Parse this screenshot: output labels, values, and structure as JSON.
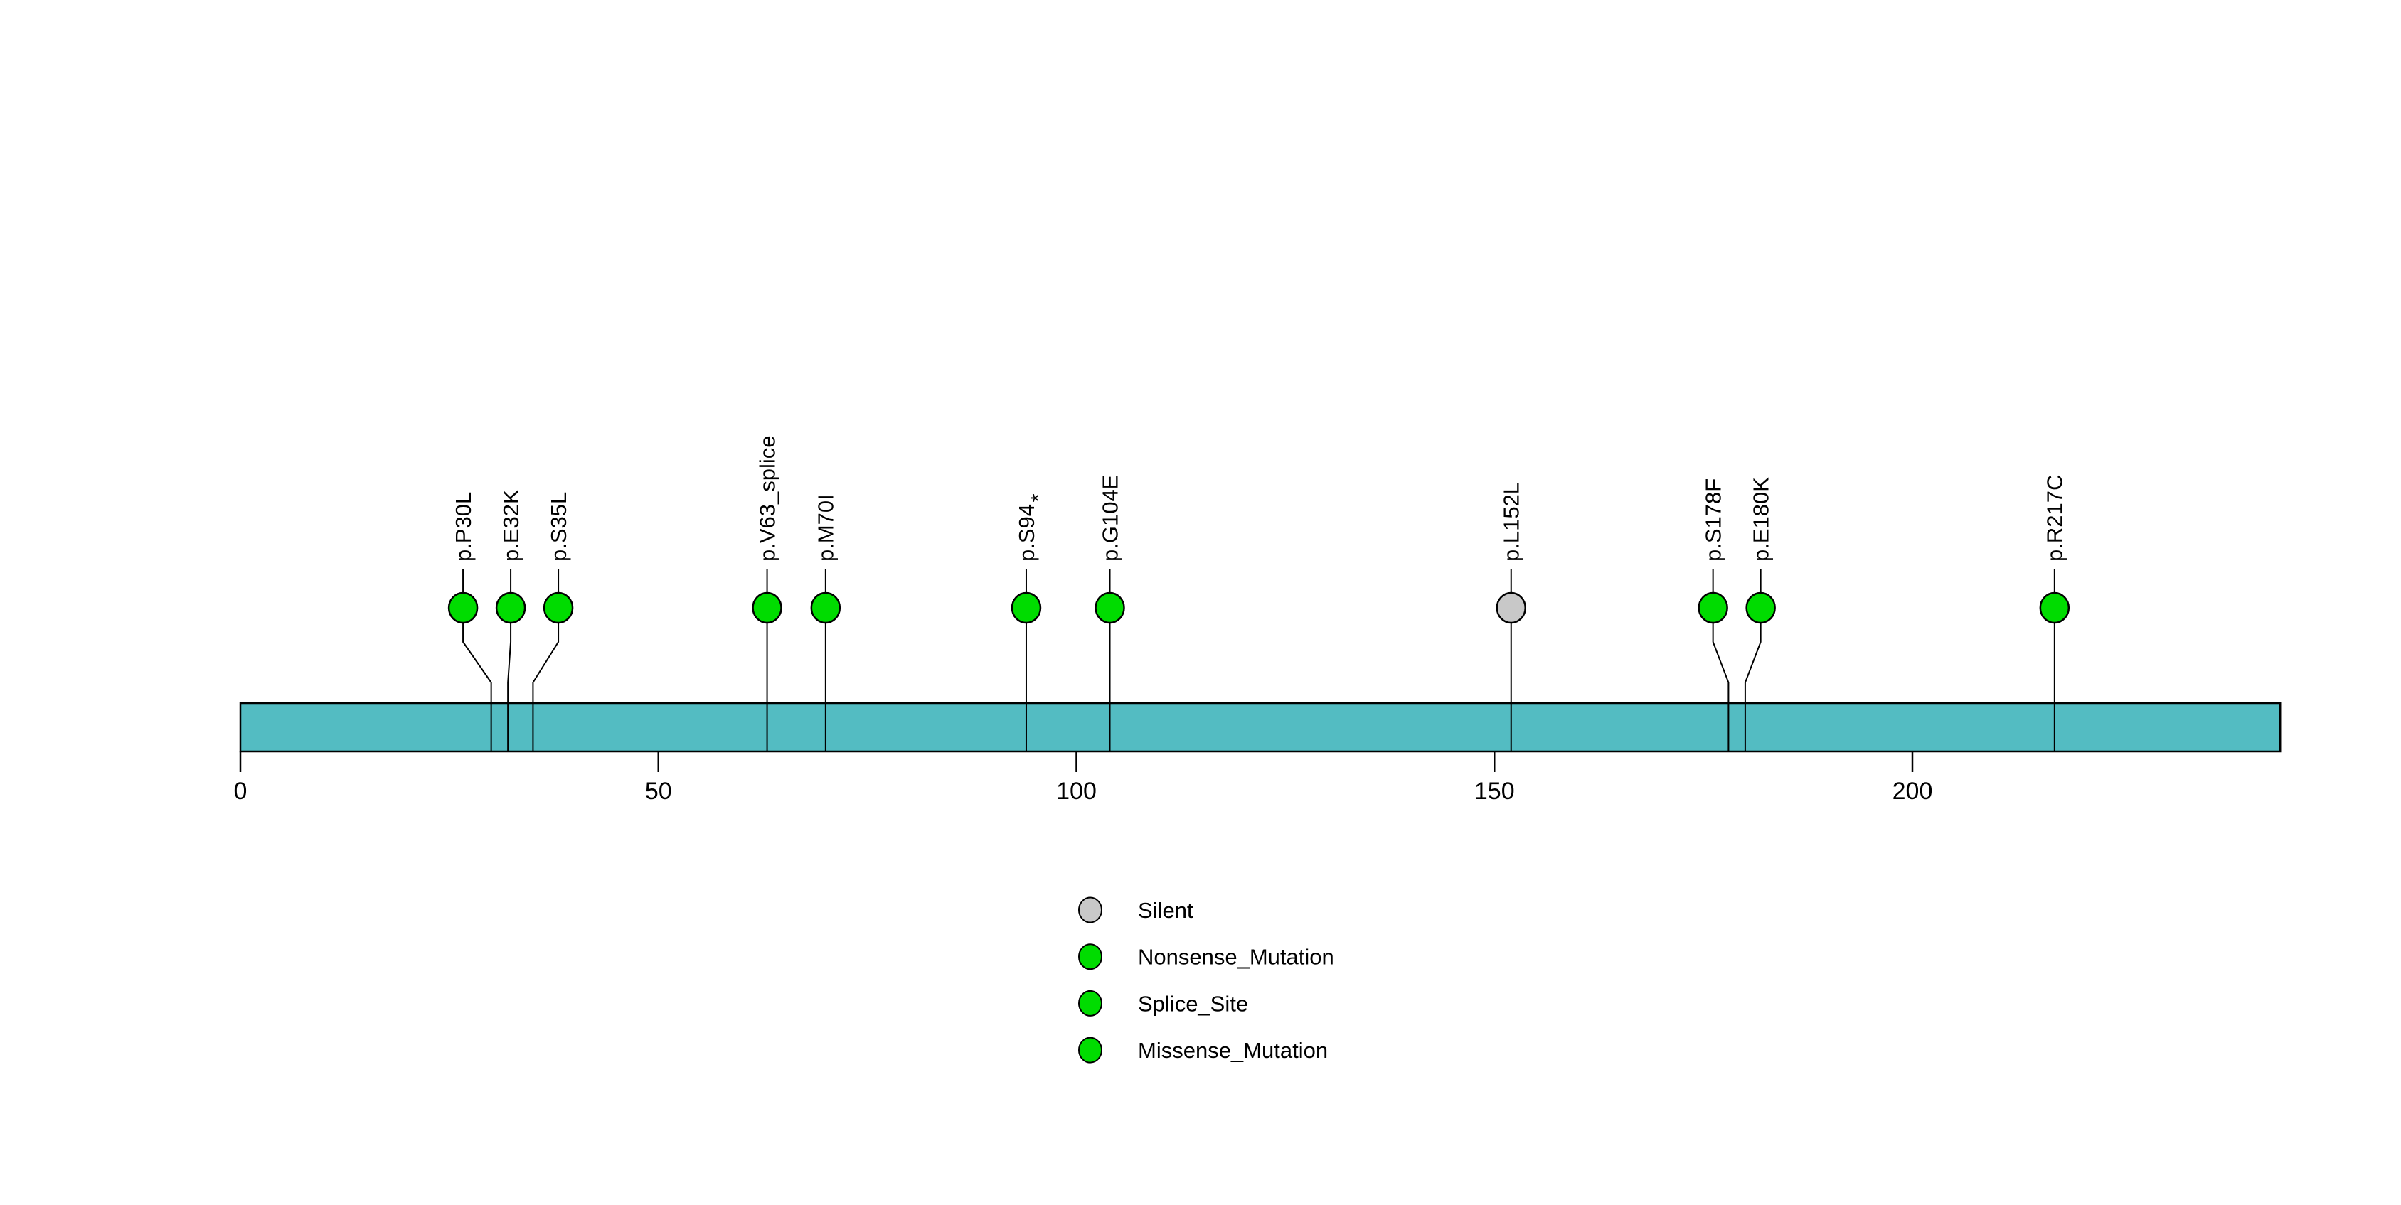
{
  "figure": {
    "background_color": "#ffffff"
  },
  "chart_data": {
    "type": "lollipop",
    "title": "",
    "xlabel": "",
    "ylabel": "",
    "grid": false,
    "protein_bar": {
      "start_aa": 0,
      "end_aa": 244,
      "fill_color": "#53BCC2",
      "border_color": "#000000"
    },
    "axis": {
      "xlim": [
        0,
        244
      ],
      "ticks": [
        0,
        50,
        100,
        150,
        200
      ],
      "tick_labels": [
        "0",
        "50",
        "100",
        "150",
        "200"
      ]
    },
    "class_colors": {
      "Silent": "#C8C8C8",
      "Nonsense_Mutation": "#00DC00",
      "Splice_Site": "#00DC00",
      "Missense_Mutation": "#00DC00"
    },
    "mutations": [
      {
        "label": "p.P30L",
        "position_aa": 30,
        "class": "Missense_Mutation"
      },
      {
        "label": "p.E32K",
        "position_aa": 32,
        "class": "Missense_Mutation"
      },
      {
        "label": "p.S35L",
        "position_aa": 35,
        "class": "Missense_Mutation"
      },
      {
        "label": "p.V63_splice",
        "position_aa": 63,
        "class": "Splice_Site"
      },
      {
        "label": "p.M70I",
        "position_aa": 70,
        "class": "Missense_Mutation"
      },
      {
        "label": "p.S94*",
        "position_aa": 94,
        "class": "Nonsense_Mutation"
      },
      {
        "label": "p.G104E",
        "position_aa": 104,
        "class": "Missense_Mutation"
      },
      {
        "label": "p.L152L",
        "position_aa": 152,
        "class": "Silent"
      },
      {
        "label": "p.S178F",
        "position_aa": 178,
        "class": "Missense_Mutation"
      },
      {
        "label": "p.E180K",
        "position_aa": 180,
        "class": "Missense_Mutation"
      },
      {
        "label": "p.R217C",
        "position_aa": 217,
        "class": "Missense_Mutation"
      }
    ],
    "legend": {
      "position": "bottom-center",
      "items": [
        {
          "label": "Silent",
          "color": "#C8C8C8"
        },
        {
          "label": "Nonsense_Mutation",
          "color": "#00DC00"
        },
        {
          "label": "Splice_Site",
          "color": "#00DC00"
        },
        {
          "label": "Missense_Mutation",
          "color": "#00DC00"
        }
      ]
    }
  }
}
